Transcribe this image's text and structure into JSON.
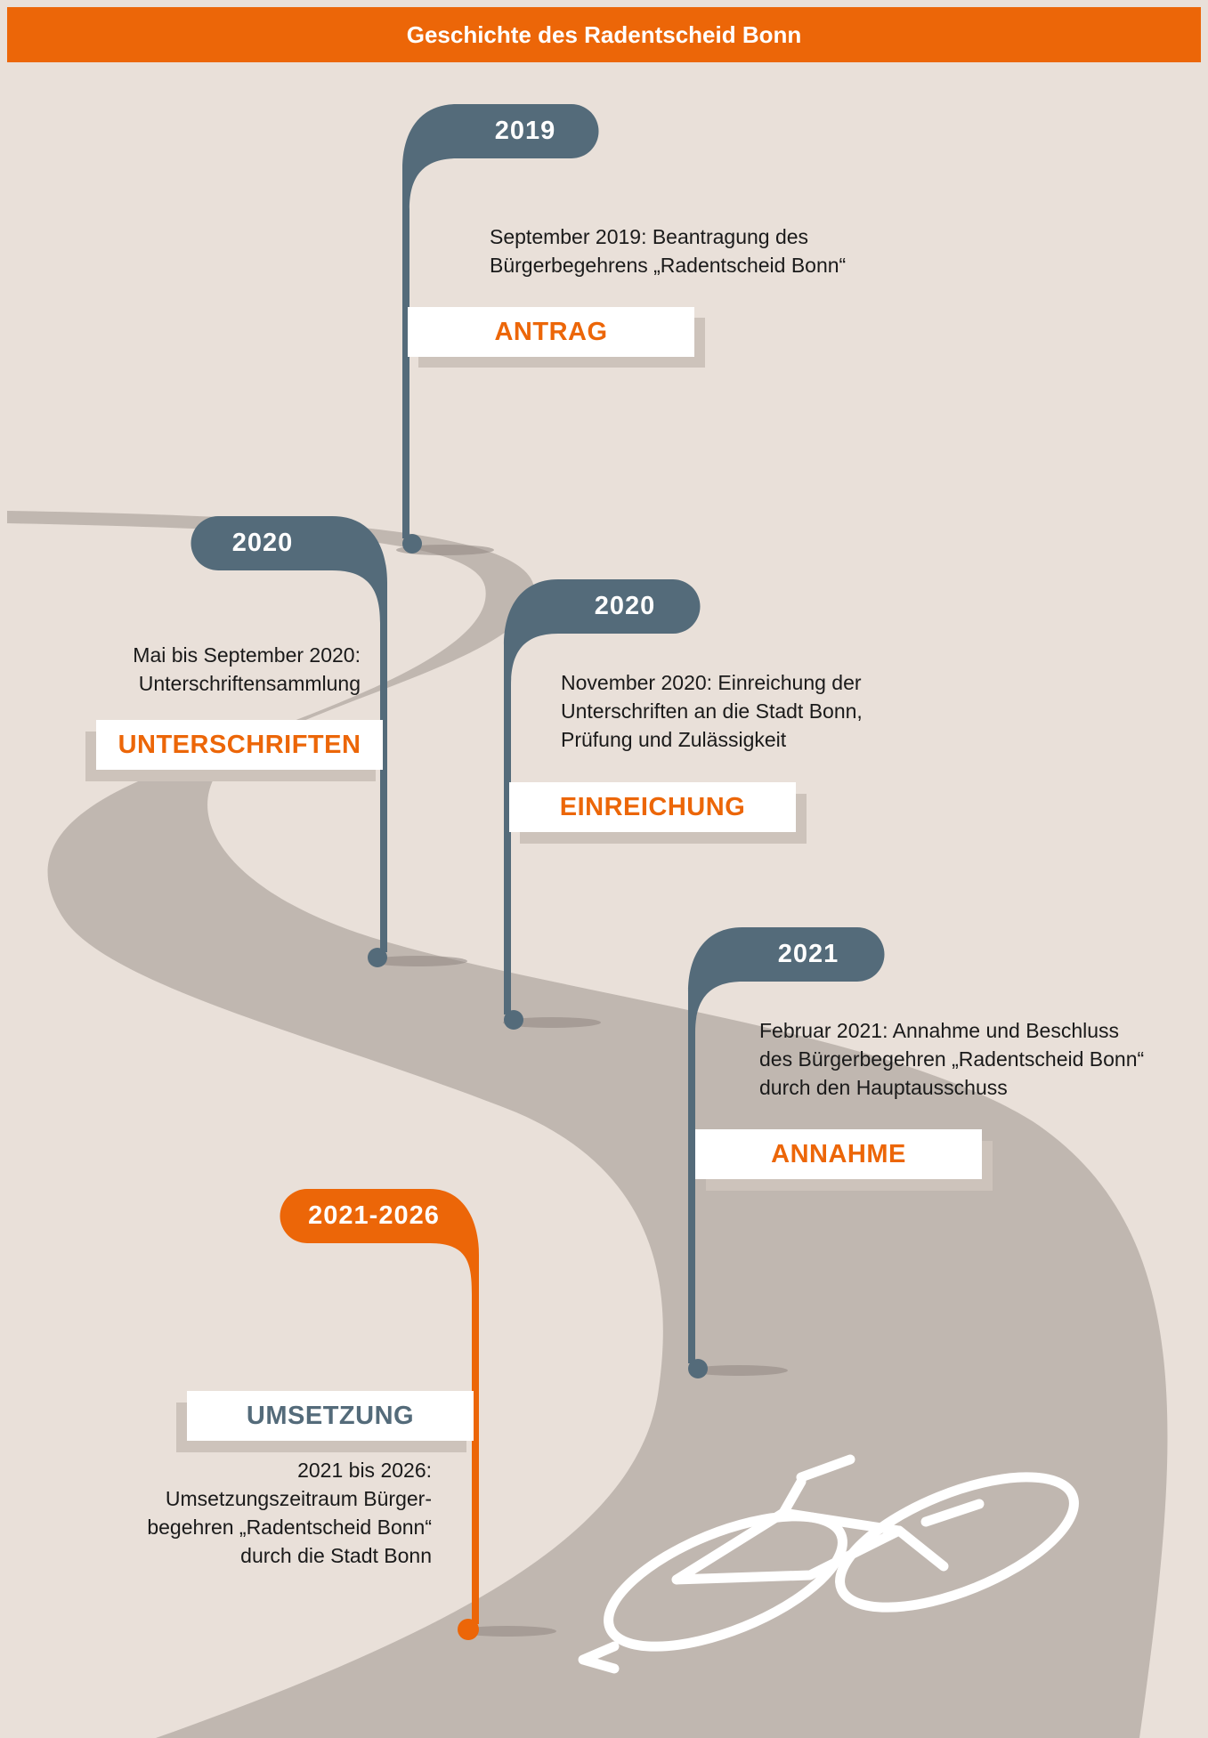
{
  "header": {
    "title": "Geschichte des Radentscheid Bonn"
  },
  "colors": {
    "header": "#ec6608",
    "flag_slate": "#546b7a",
    "flag_orange": "#ec6608",
    "road": "#c0b7b0",
    "background": "#e9e0d9",
    "label_orange": "#ec6608",
    "label_slate": "#546b7a"
  },
  "milestones": [
    {
      "year": "2019",
      "label": "ANTRAG",
      "description": "September 2019: Beantragung des\nBürgerbegehrens „Radentscheid Bonn“"
    },
    {
      "year": "2020",
      "label": "UNTERSCHRIFTEN",
      "description": "Mai bis September 2020:\nUnterschriftensammlung"
    },
    {
      "year": "2020",
      "label": "EINREICHUNG",
      "description": "November 2020: Einreichung der\nUnterschriften an die Stadt Bonn,\nPrüfung und Zulässigkeit"
    },
    {
      "year": "2021",
      "label": "ANNAHME",
      "description": "Februar 2021: Annahme und Beschluss\ndes Bürgerbegehren „Radentscheid Bonn“\ndurch den Hauptausschuss"
    },
    {
      "year": "2021-2026",
      "label": "UMSETZUNG",
      "description": "2021 bis 2026:\nUmsetzungszeitraum Bürger-\nbegehren „Radentscheid Bonn“\ndurch die Stadt Bonn"
    }
  ],
  "icons": {
    "road": "winding-road",
    "bicycle": "bicycle-road-marking"
  }
}
